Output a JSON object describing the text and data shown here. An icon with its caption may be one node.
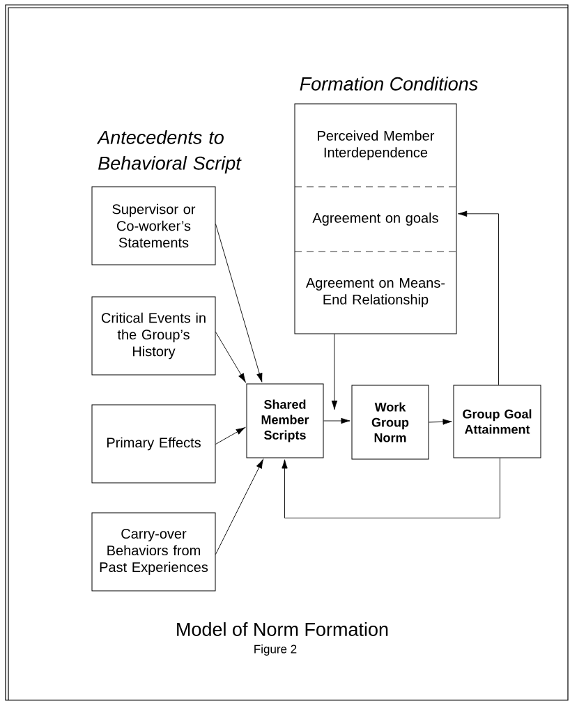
{
  "diagram": {
    "caption": "Model of Norm Formation",
    "nodes": [
      {
        "text": [
          "Formation Conditions"
        ]
      },
      {
        "text": [
          "Perceived Member Interdependence"
        ],
        "in": 0
      },
      {
        "text": [
          "Agreement on goals"
        ],
        "in": 0
      },
      {
        "text": [
          "Agreement on Means-End Relationship"
        ],
        "in": 0
      },
      {
        "text": [
          "Supervisor or Co-worker’s Statements"
        ]
      },
      {
        "text": [
          "Critical Events in the Group’s History"
        ]
      },
      {
        "text": [
          "Primary Effects"
        ]
      },
      {
        "text": [
          "Carry-over Behaviors from Past Experiences"
        ]
      },
      {
        "text": [
          "Shared Member Scripts"
        ]
      },
      {
        "text": [
          "Work Group Norm"
        ]
      },
      {
        "text": [
          "Group Goal Attainment"
        ]
      }
    ],
    "edges": [
      {
        "from": 4,
        "to": 8,
        "arrow": "to"
      },
      {
        "from": 5,
        "to": 8,
        "arrow": "to"
      },
      {
        "from": 6,
        "to": 8,
        "arrow": "to"
      },
      {
        "from": 7,
        "to": 8,
        "arrow": "to"
      },
      {
        "from": 3,
        "to": null,
        "arrow": "to"
      },
      {
        "from": 8,
        "to": 9,
        "arrow": "to"
      },
      {
        "from": 9,
        "to": 10,
        "arrow": "to"
      },
      {
        "from": 10,
        "to": 2,
        "arrow": "to"
      },
      {
        "from": 10,
        "to": 8,
        "arrow": "to"
      }
    ],
    "labels": [
      "Antecedents to Behavioral Script",
      "Figure 2"
    ]
  }
}
